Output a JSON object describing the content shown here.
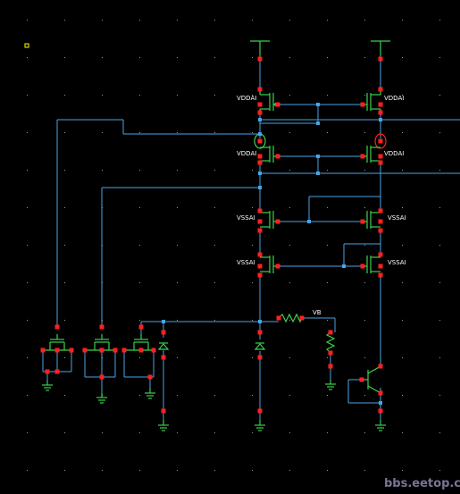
{
  "colors": {
    "background": "#000000",
    "wire": "#4aa3e6",
    "device": "#3ad24a",
    "pin": "#ff2020",
    "grid": "#9a9a9a",
    "marker": "#ffff00",
    "watermark": "#7a7496"
  },
  "labels": {
    "vddai_left_1": "VDDAI",
    "vddai_right_1": "VDDAI",
    "vddai_left_2": "VDDAI",
    "vddai_right_2": "VDDAI",
    "vssai_left_1": "VSSAI",
    "vssai_right_1": "VSSAI",
    "vssai_left_2": "VSSAI",
    "vssai_right_2": "VSSAI",
    "net_vb": "VB"
  },
  "watermark": "bbs.eetop.cn"
}
